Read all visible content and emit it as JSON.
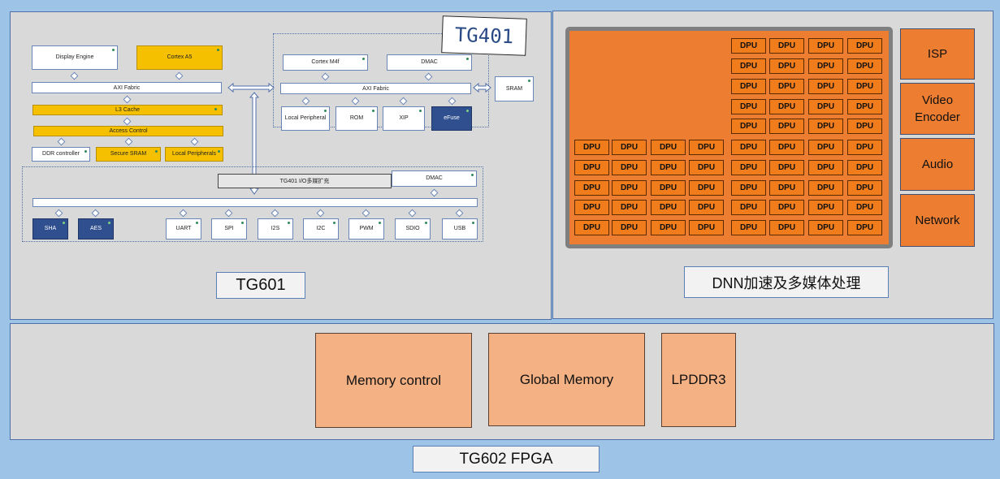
{
  "tg601": {
    "panel_label": "TG601",
    "overlay_label": "TG401",
    "blocks": {
      "display_engine": "Display Engine",
      "cortex_a5": "Cortex A5",
      "axi_fabric_left": "AXI Fabric",
      "l3_cache": "L3 Cache",
      "access_control": "Access Control",
      "ddr_controller": "DDR controller",
      "secure_sram": "Secure SRAM",
      "local_peripherals": "Local Peripherals",
      "cortex_m4f": "Cortex M4f",
      "dmac_top": "DMAC",
      "axi_fabric_right": "AXI Fabric",
      "sram": "SRAM",
      "local_peripheral": "Local Peripheral",
      "rom": "ROM",
      "xip": "XIP",
      "efuse": "eFuse",
      "io_expansion": "TG401 I/O多媒扩充",
      "dmac_bottom": "DMAC"
    },
    "peripherals": [
      "SHA",
      "AES",
      "UART",
      "SPI",
      "I2S",
      "I2C",
      "PWM",
      "SDIO",
      "USB"
    ]
  },
  "dnn": {
    "panel_label": "DNN加速及多媒体处理",
    "dpu_label": "DPU",
    "side_blocks": [
      "ISP",
      "Video Encoder",
      "Audio",
      "Network"
    ]
  },
  "fpga": {
    "panel_label": "TG602 FPGA",
    "blocks": [
      "Memory control",
      "Global Memory",
      "LPDDR3"
    ]
  },
  "colors": {
    "background": "#9dc3e6",
    "panel": "#d9d9d9",
    "dpu_orange": "#f07c1c",
    "memory_peach": "#f4b183",
    "accent_yellow": "#f5c000",
    "dark_blue": "#2f4f8f"
  }
}
